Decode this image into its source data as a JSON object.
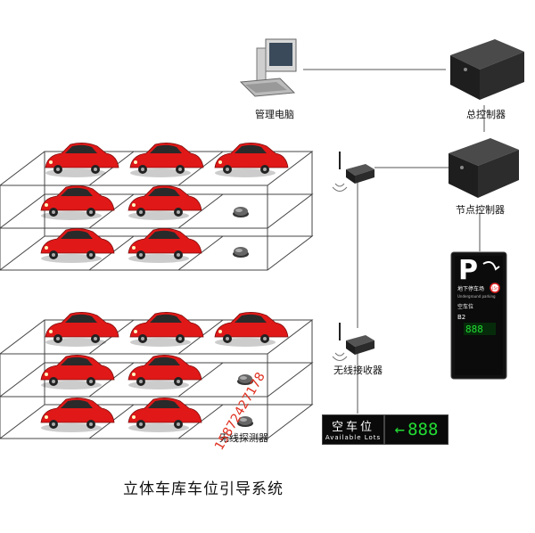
{
  "labels": {
    "pc": "管理电脑",
    "master_controller": "总控制器",
    "node_controller": "节点控制器",
    "wireless_receiver": "无线接收器",
    "wireless_detector": "无线探测器"
  },
  "title": "立体车库车位引导系统",
  "watermark": "15872427178",
  "led_signs": {
    "vacant_cn": "空车位",
    "vacant_en": "Available Lots",
    "count": "888",
    "arrow": "←"
  },
  "guide_board": {
    "p_letter": "P",
    "heading": "地下停车场",
    "sub": "Underground parking",
    "badge": "15m",
    "vacant_label": "空车位",
    "level": "B2",
    "count": "888"
  },
  "colors": {
    "car": "#e01818",
    "led_green": "#22dd33",
    "device": "#2a2a2a"
  }
}
